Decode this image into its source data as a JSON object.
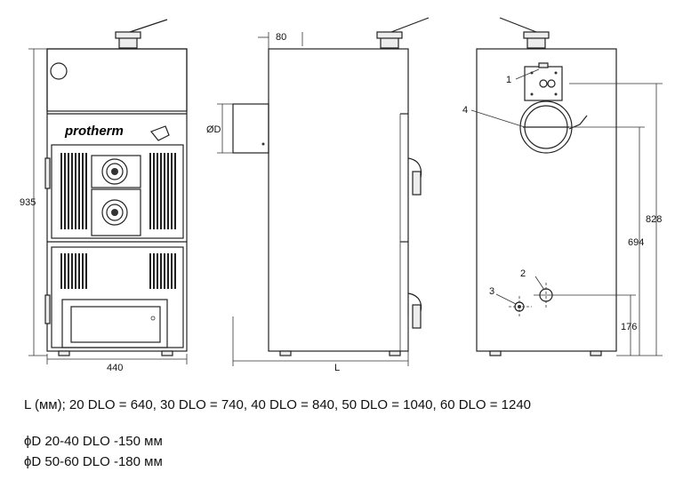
{
  "front": {
    "logo": "protherm",
    "height_label": "935",
    "width_label": "440"
  },
  "side": {
    "offset_label": "80",
    "diameter_label": "ØD",
    "length_label": "L"
  },
  "back": {
    "callouts": [
      "1",
      "2",
      "3",
      "4"
    ],
    "dims": {
      "h828": "828",
      "h694": "694",
      "h176": "176"
    }
  },
  "notes": [
    "L (мм); 20 DLO = 640, 30 DLO = 740, 40 DLO = 840, 50 DLO = 1040, 60 DLO = 1240",
    "ϕD  20-40 DLO -150 мм",
    "ϕD  50-60 DLO -180 мм"
  ]
}
